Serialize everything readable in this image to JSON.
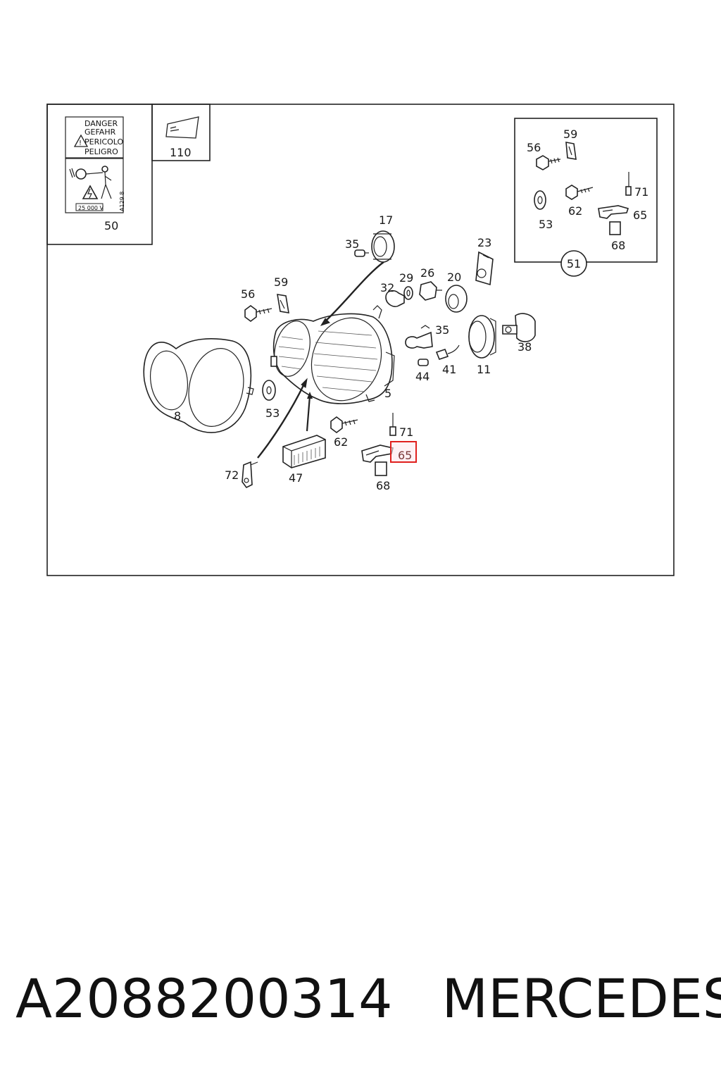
{
  "diagram": {
    "warning_label": {
      "lines": [
        "DANGER",
        "GEFAHR",
        "PERICOLO",
        "PELIGRO"
      ],
      "code": "A129 8",
      "voltage": "25 000 V",
      "number": "50"
    },
    "sticker_label": "110",
    "inset_number": "51",
    "inset_callouts": [
      "56",
      "59",
      "71",
      "62",
      "65",
      "53",
      "68"
    ],
    "main_callouts": [
      "17",
      "35",
      "23",
      "59",
      "56",
      "32",
      "29",
      "26",
      "20",
      "35",
      "38",
      "41",
      "44",
      "11",
      "5",
      "8",
      "53",
      "71",
      "62",
      "72",
      "47",
      "68"
    ],
    "highlighted_callout": "65",
    "highlight_color": "#e0201e"
  },
  "footer": {
    "part_number": "A2088200314",
    "brand": "MERCEDES"
  }
}
